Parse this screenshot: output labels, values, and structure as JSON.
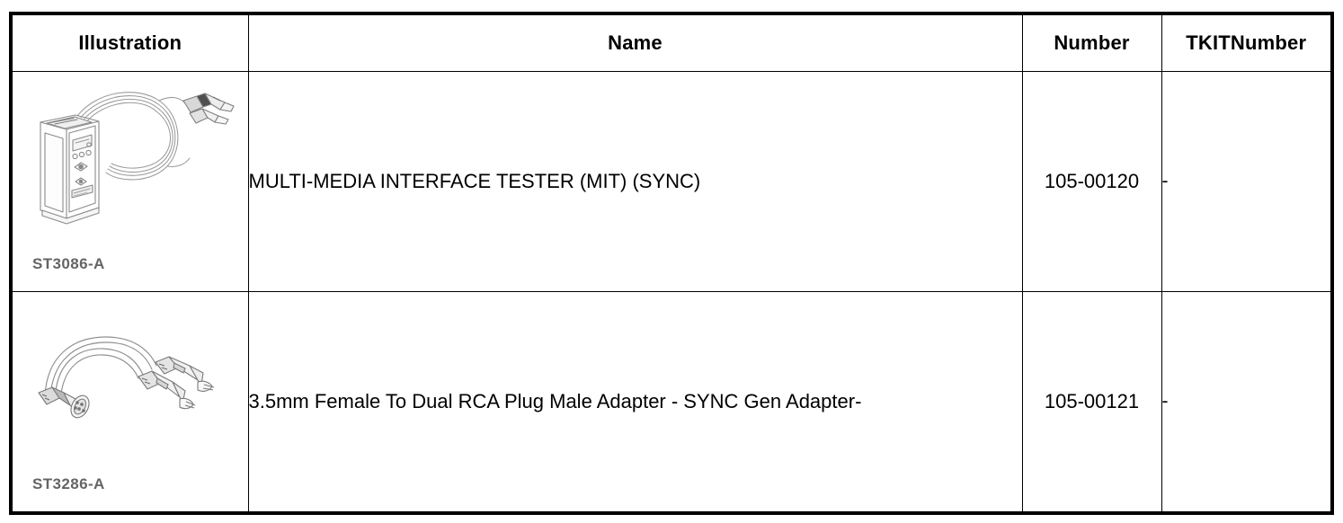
{
  "document": {
    "type": "parts-table",
    "background_color": "#ffffff",
    "text_color": "#000000",
    "border_color": "#000000"
  },
  "table": {
    "columns": [
      {
        "key": "illustration",
        "label": "Illustration"
      },
      {
        "key": "name",
        "label": "Name"
      },
      {
        "key": "number",
        "label": "Number"
      },
      {
        "key": "tkitnumber",
        "label": "TKITNumber"
      }
    ],
    "rows": [
      {
        "illustration_code": "ST3086-A",
        "illustration_alt": "multi-media-interface-tester-line-drawing",
        "name": "MULTI-MEDIA INTERFACE TESTER (MIT) (SYNC)",
        "number": "105-00120",
        "tkitnumber": "-"
      },
      {
        "illustration_code": "ST3286-A",
        "illustration_alt": "3.5mm-female-to-dual-rca-adapter-line-drawing",
        "name": "3.5mm Female To Dual RCA Plug Male Adapter - SYNC Gen Adapter-",
        "number": "105-00121",
        "tkitnumber": "-"
      }
    ]
  }
}
